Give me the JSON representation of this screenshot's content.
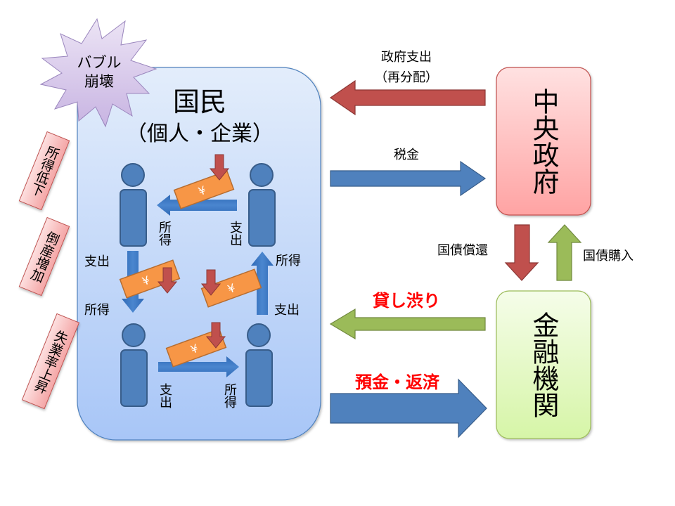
{
  "burst": {
    "line1": "バブル",
    "line2": "崩壊"
  },
  "side_notes": [
    {
      "text": "所得低下"
    },
    {
      "text": "倒産増加"
    },
    {
      "text": "失業率上昇"
    }
  ],
  "people_box": {
    "title": "国民",
    "subtitle": "（個人・企業）",
    "yen_symbol": "¥",
    "flows": {
      "top_left_label": "所得",
      "top_right_label": "支出",
      "left_top_label": "支出",
      "left_bottom_label": "所得",
      "right_top_label": "所得",
      "right_bottom_label": "支出",
      "bottom_left_label": "支出",
      "bottom_right_label": "所得"
    }
  },
  "government": {
    "label": "中央政府"
  },
  "bank": {
    "label": "金融機関"
  },
  "arrows": {
    "gov_spending": {
      "line1": "政府支出",
      "line2": "（再分配）"
    },
    "tax": {
      "label": "税金"
    },
    "bond_redemption": {
      "label": "国債償還"
    },
    "bond_purchase": {
      "label": "国債購入"
    },
    "credit_crunch": {
      "label": "貸し渋り"
    },
    "deposit_repayment": {
      "label": "預金・返済"
    }
  },
  "colors": {
    "red_arrow": "#c0504d",
    "blue_arrow": "#4f81bd",
    "green_arrow": "#9bbb59",
    "yen_note": "#f79646",
    "emphasis_text": "#ff0000"
  }
}
